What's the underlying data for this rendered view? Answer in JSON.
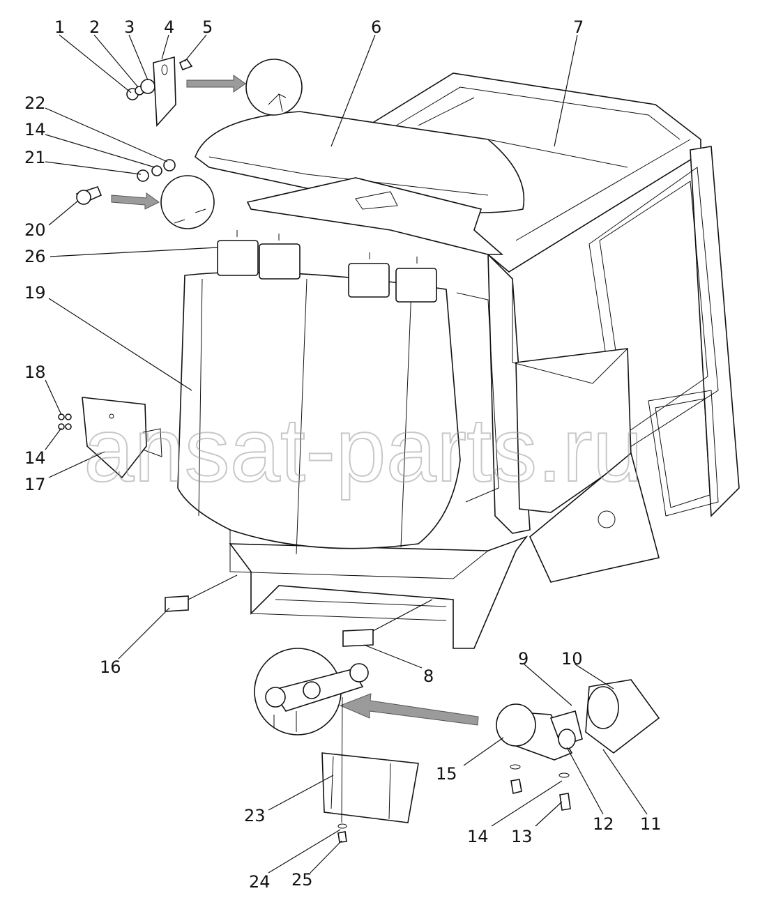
{
  "diagram": {
    "watermark": "ansat-parts.ru",
    "callouts": [
      {
        "id": "c1",
        "text": "1"
      },
      {
        "id": "c2",
        "text": "2"
      },
      {
        "id": "c3",
        "text": "3"
      },
      {
        "id": "c4",
        "text": "4"
      },
      {
        "id": "c5",
        "text": "5"
      },
      {
        "id": "c6",
        "text": "6"
      },
      {
        "id": "c7",
        "text": "7"
      },
      {
        "id": "c22",
        "text": "22"
      },
      {
        "id": "c14a",
        "text": "14"
      },
      {
        "id": "c21",
        "text": "21"
      },
      {
        "id": "c20",
        "text": "20"
      },
      {
        "id": "c26",
        "text": "26"
      },
      {
        "id": "c19",
        "text": "19"
      },
      {
        "id": "c18",
        "text": "18"
      },
      {
        "id": "c14b",
        "text": "14"
      },
      {
        "id": "c17",
        "text": "17"
      },
      {
        "id": "c16",
        "text": "16"
      },
      {
        "id": "c8",
        "text": "8"
      },
      {
        "id": "c9",
        "text": "9"
      },
      {
        "id": "c10",
        "text": "10"
      },
      {
        "id": "c15",
        "text": "15"
      },
      {
        "id": "c23",
        "text": "23"
      },
      {
        "id": "c14c",
        "text": "14"
      },
      {
        "id": "c13",
        "text": "13"
      },
      {
        "id": "c12",
        "text": "12"
      },
      {
        "id": "c11",
        "text": "11"
      },
      {
        "id": "c24",
        "text": "24"
      },
      {
        "id": "c25",
        "text": "25"
      }
    ]
  }
}
